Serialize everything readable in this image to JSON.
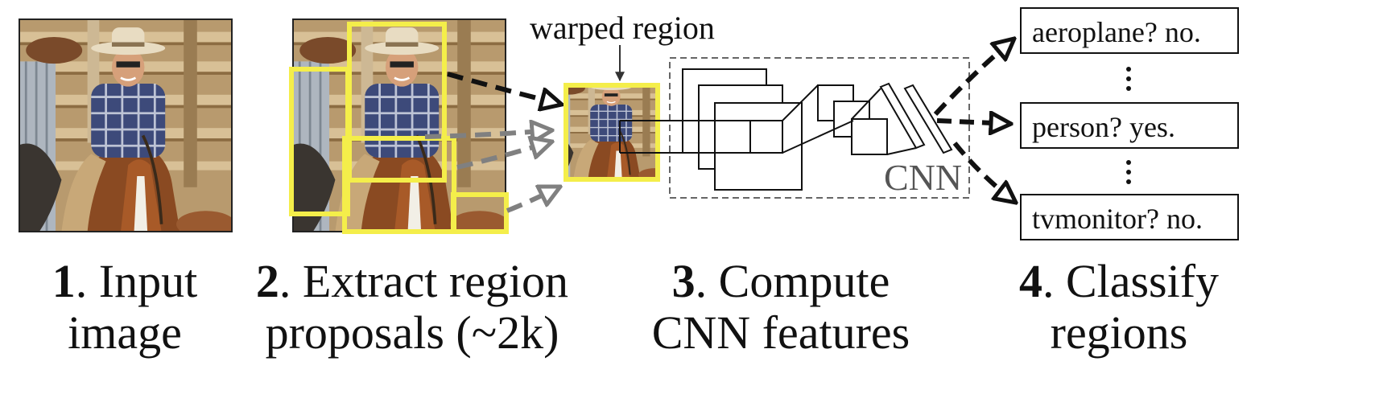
{
  "steps": [
    {
      "num": "1",
      "line1": ". Input",
      "line2": "image"
    },
    {
      "num": "2",
      "line1": ". Extract region",
      "line2": "proposals (~2k)"
    },
    {
      "num": "3",
      "line1": ". Compute",
      "line2": "CNN features"
    },
    {
      "num": "4",
      "line1": ". Classify",
      "line2": "regions"
    }
  ],
  "warped_label": "warped region",
  "cnn_label": "CNN",
  "outputs": [
    "aeroplane? no.",
    "person? yes.",
    "tvmonitor? no."
  ],
  "colors": {
    "proposal_box": "#f4ee4a",
    "dashed_arrow_dark": "#111111",
    "dashed_arrow_gray": "#808080",
    "cnn_box_border": "#666666"
  }
}
